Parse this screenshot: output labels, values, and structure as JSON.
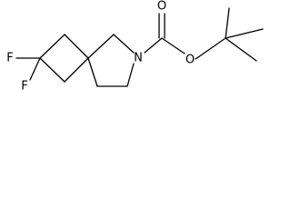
{
  "molecule": {
    "atoms": {
      "fluorine_upper": "F",
      "fluorine_lower": "F",
      "nitrogen": "N",
      "carbonyl_oxygen": "O",
      "ester_oxygen": "O"
    }
  }
}
